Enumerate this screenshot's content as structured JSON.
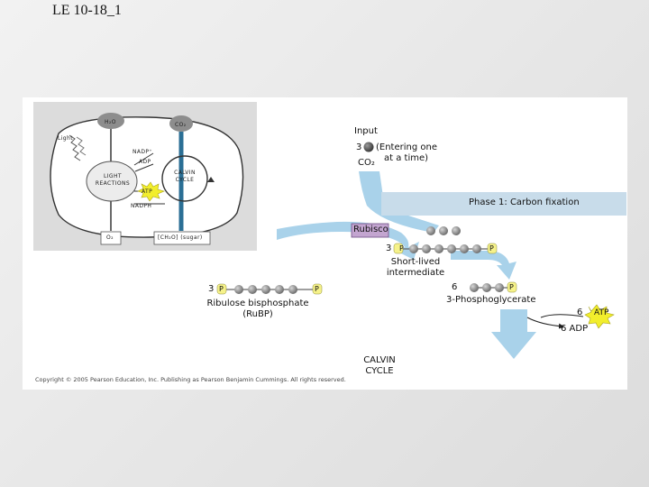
{
  "slide": {
    "title": "LE 10-18_1"
  },
  "inset": {
    "h2o": "H₂O",
    "co2": "CO₂",
    "light": "Light",
    "nadp": "NADP⁺",
    "adp": "ADP",
    "light_reactions_1": "LIGHT",
    "light_reactions_2": "REACTIONS",
    "calvin_1": "CALVIN",
    "calvin_2": "CYCLE",
    "atp": "ATP",
    "nadph": "NADPH",
    "o2": "O₂",
    "sugar": "[CH₂O] (sugar)"
  },
  "main": {
    "input": "Input",
    "input_count": "3",
    "entering_1": "(Entering one",
    "entering_2": "at a time)",
    "co2": "CO₂",
    "phase1": "Phase 1: Carbon fixation",
    "rubisco": "Rubisco",
    "short_count": "3",
    "short_lived_1": "Short-lived",
    "short_lived_2": "intermediate",
    "pga_count": "6",
    "pga_label": "3-Phosphoglycerate",
    "rubp_count": "3",
    "rubp_label_1": "Ribulose bisphosphate",
    "rubp_label_2": "(RuBP)",
    "atp_count": "6",
    "atp": "ATP",
    "adp_label": "6 ADP",
    "calvin_1": "CALVIN",
    "calvin_2": "CYCLE",
    "phosphate": "P"
  },
  "copyright": "Copyright © 2005 Pearson Education, Inc. Publishing as Pearson Benjamin Cummings. All rights reserved.",
  "colors": {
    "arrow_blue": "#a9d2ea",
    "phase_box": "#c8dcea",
    "rubisco": "#c3a5d0",
    "atp_yellow": "#f2ee2c",
    "phosphate_yellow": "#f6f28a",
    "carbon_gray": "#8a8a8a",
    "inset_bg": "#dcdcdc"
  }
}
